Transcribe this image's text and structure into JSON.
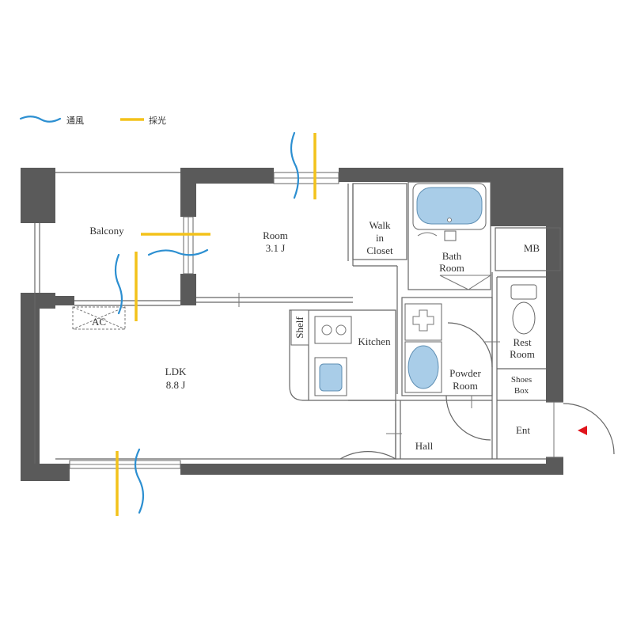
{
  "legend": {
    "ventilation_label": "通風",
    "daylight_label": "採光",
    "ventilation_color": "#2c8fd1",
    "daylight_color": "#f3c21a"
  },
  "rooms": {
    "balcony": "Balcony",
    "room_name": "Room",
    "room_size": "3.1 J",
    "walk_in_closet": [
      "Walk",
      "in",
      "Closet"
    ],
    "bath": [
      "Bath",
      "Room"
    ],
    "mb": "MB",
    "ac": "AC",
    "shelf": "Shelf",
    "kitchen": "Kitchen",
    "ldk_name": "LDK",
    "ldk_size": "8.8 J",
    "rest_room": [
      "Rest",
      "Room"
    ],
    "powder_room": [
      "Powder",
      "Room"
    ],
    "shoes_box": [
      "Shoes",
      "Box"
    ],
    "entrance": "Ent",
    "hall": "Hall"
  },
  "colors": {
    "wall": "#5a5a5a",
    "entrance_marker": "#e0141c"
  }
}
